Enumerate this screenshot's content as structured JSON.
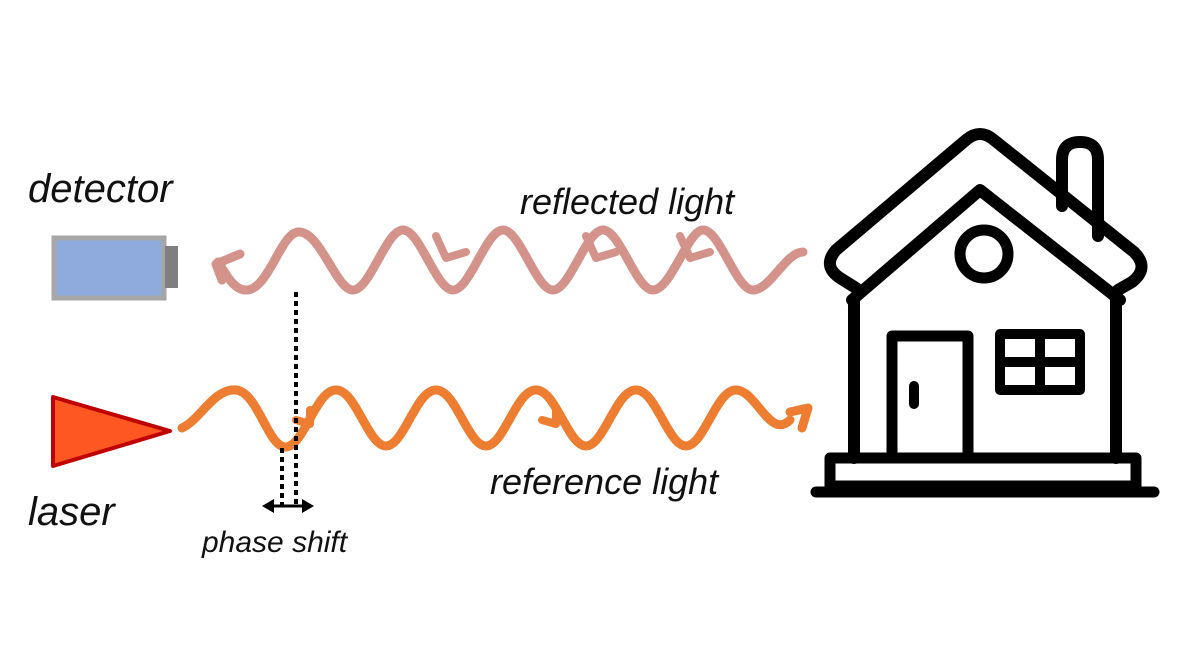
{
  "labels": {
    "detector": "detector",
    "laser": "laser",
    "reflected": "reflected light",
    "reference": "reference light",
    "phase_shift": "phase shift"
  },
  "colors": {
    "reflected_wave": "#d4938a",
    "reference_wave": "#ed7d31",
    "detector_body": "#8faadc",
    "detector_border": "#a6a6a6",
    "detector_cap": "#7f7f7f",
    "laser_fill": "#ff5722",
    "laser_border": "#c00000",
    "house_stroke": "#000000"
  },
  "icons": {
    "detector": "detector-icon",
    "laser": "laser-icon",
    "house": "house-icon"
  }
}
